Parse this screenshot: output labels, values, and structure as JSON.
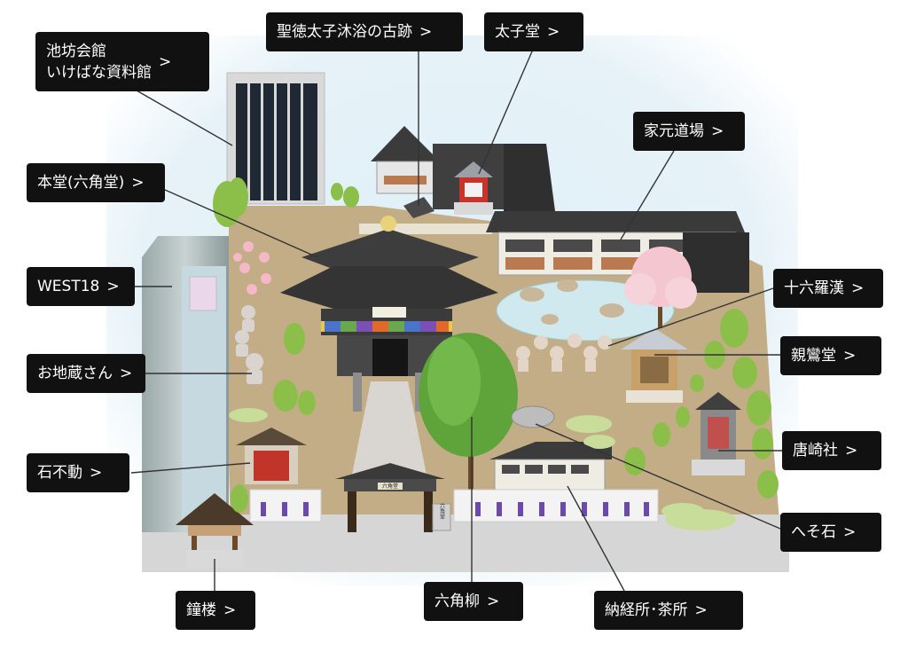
{
  "map": {
    "labels": {
      "ikenobo_kaikan": "池坊会館\nいけばな資料館",
      "shotoku_bath_site": "聖徳太子沐浴の古跡",
      "taishido": "太子堂",
      "iemoto_dojo": "家元道場",
      "hondo": "本堂(六角堂)",
      "west18": "WEST18",
      "jurokurakan": "十六羅漢",
      "shinrando": "親鸞堂",
      "ojizo": "お地蔵さん",
      "karasakisha": "唐崎社",
      "ishifudo": "石不動",
      "hesoishi": "へそ石",
      "shoro": "鐘楼",
      "rokkaku_yanagi": "六角柳",
      "nokyosho": "納経所･茶所",
      "arrow": ">",
      "gate_plaque": "六角堂",
      "stone_marker": "六角堂"
    },
    "colors": {
      "sky": "#dbeef7",
      "ground": "#c2ad86",
      "pavement": "#d7d7d7",
      "roof": "#3a3a3a",
      "label_bg": "#111111",
      "label_text": "#ffffff",
      "pond": "#cfe9ee",
      "tree": "#8cbf4a",
      "blossom": "#f4c6d0"
    }
  }
}
